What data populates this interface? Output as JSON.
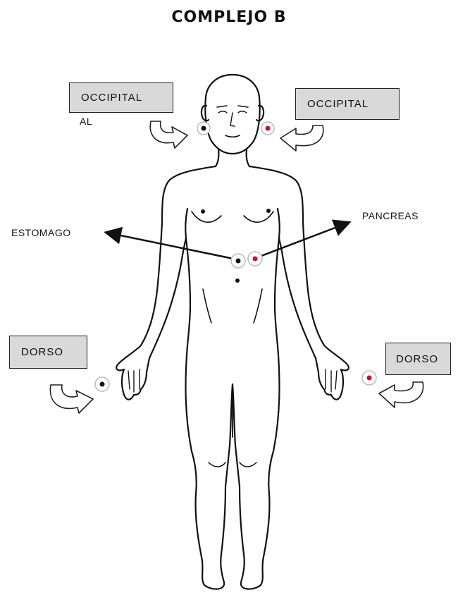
{
  "title": "COMPLEJO B",
  "labels": {
    "occipital_left": "OCCIPITAL",
    "occipital_left_extra": "AL",
    "occipital_right": "OCCIPITAL",
    "estomago": "ESTOMAGO",
    "pancreas": "PANCREAS",
    "dorso_left": "DORSO",
    "dorso_right": "DORSO"
  },
  "colors": {
    "box_fill": "#d9d9d9",
    "line": "#111111",
    "magnet_black": "#111111",
    "magnet_red": "#c8102e",
    "magnet_ring": "#bbbbbb"
  }
}
